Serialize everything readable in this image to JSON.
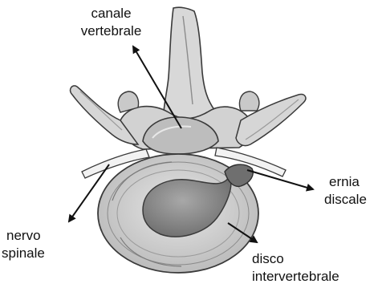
{
  "labels": {
    "canale_vertebrale": {
      "line1": "canale",
      "line2": "vertebrale"
    },
    "ernia_discale": {
      "line1": "ernia",
      "line2": "discale"
    },
    "nervo_spinale": {
      "line1": "nervo",
      "line2": "spinale"
    },
    "disco_intervertebrale": {
      "line1": "disco",
      "line2": "intervertebrale"
    }
  },
  "colors": {
    "bone_fill": "#d4d4d4",
    "bone_shadow": "#9c9c9c",
    "outline": "#3a3a3a",
    "nerve": "#f1f1f1",
    "herniation": "#8a8a8a",
    "arrow": "#111111"
  }
}
